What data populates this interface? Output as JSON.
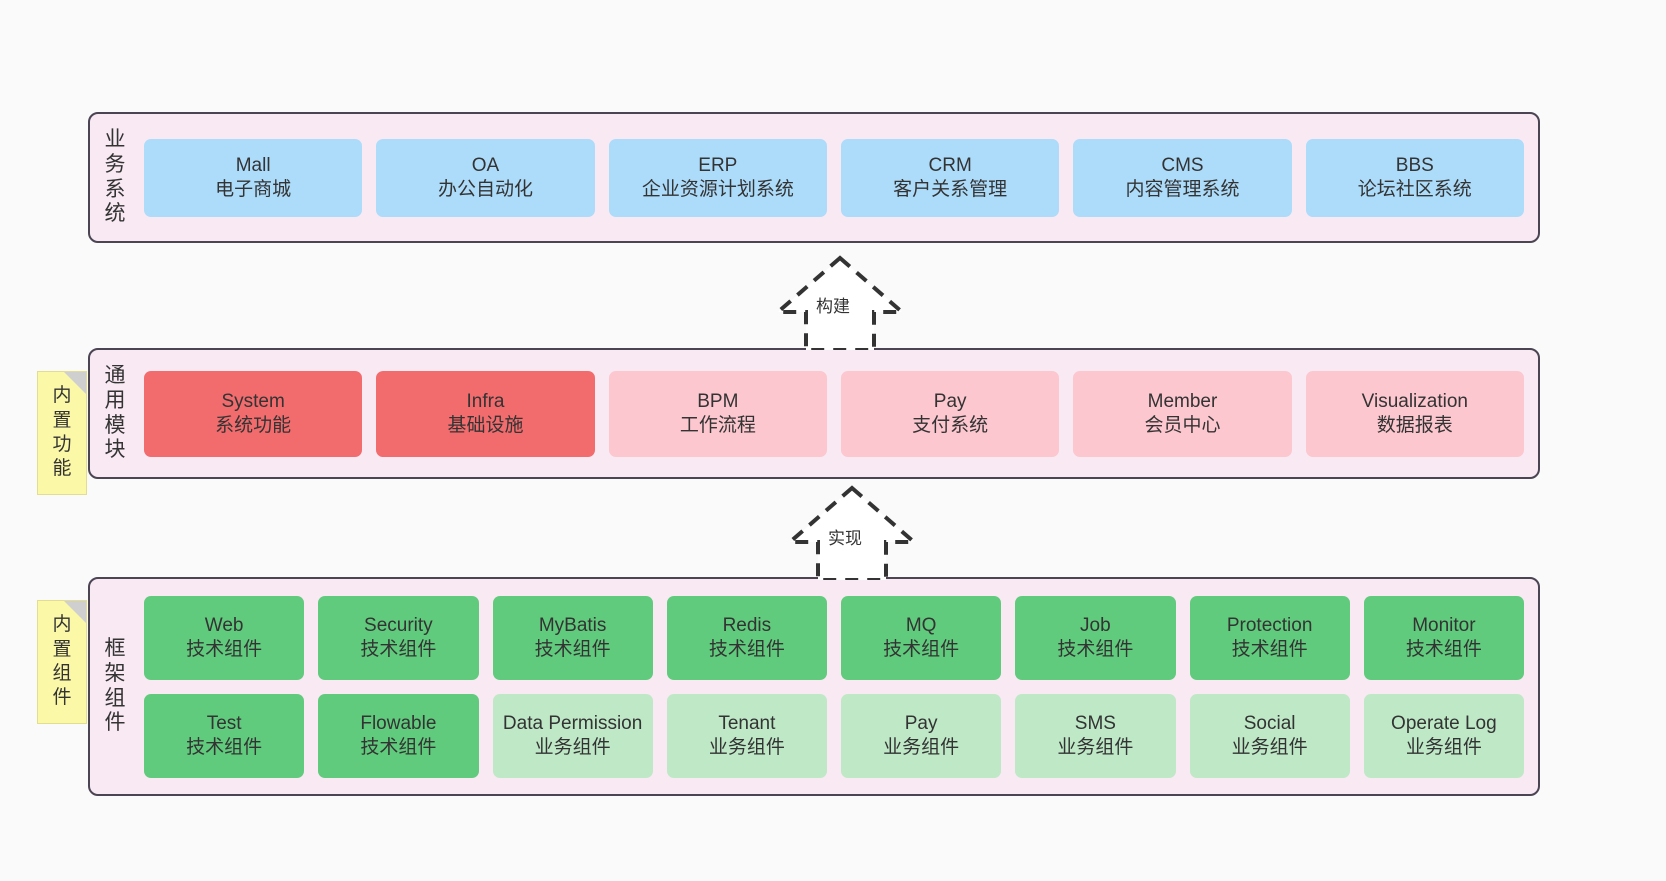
{
  "diagram": {
    "background": "#fafafa",
    "container_fill": "#f8e9f3",
    "container_stroke": "#4a4453"
  },
  "layers": [
    {
      "id": "business",
      "title": "业务系统",
      "title_chars": [
        "业",
        "务",
        "系",
        "统"
      ],
      "rows": [
        {
          "cards": [
            {
              "name": "Mall",
              "sub": "电子商城",
              "color": "#addcfb",
              "style": "c-blue"
            },
            {
              "name": "OA",
              "sub": "办公自动化",
              "color": "#addcfb",
              "style": "c-blue"
            },
            {
              "name": "ERP",
              "sub": "企业资源计划系统",
              "color": "#addcfb",
              "style": "c-blue"
            },
            {
              "name": "CRM",
              "sub": "客户关系管理",
              "color": "#addcfb",
              "style": "c-blue"
            },
            {
              "name": "CMS",
              "sub": "内容管理系统",
              "color": "#addcfb",
              "style": "c-blue"
            },
            {
              "name": "BBS",
              "sub": "论坛社区系统",
              "color": "#addcfb",
              "style": "c-blue"
            }
          ]
        }
      ]
    },
    {
      "id": "common",
      "title": "通用模块",
      "title_chars": [
        "通",
        "用",
        "模",
        "块"
      ],
      "rows": [
        {
          "cards": [
            {
              "name": "System",
              "sub": "系统功能",
              "color": "#f26c6e",
              "style": "c-red-strong"
            },
            {
              "name": "Infra",
              "sub": "基础设施",
              "color": "#f26c6e",
              "style": "c-red-strong"
            },
            {
              "name": "BPM",
              "sub": "工作流程",
              "color": "#fcc7cf",
              "style": "c-red-light"
            },
            {
              "name": "Pay",
              "sub": "支付系统",
              "color": "#fcc7cf",
              "style": "c-red-light"
            },
            {
              "name": "Member",
              "sub": "会员中心",
              "color": "#fcc7cf",
              "style": "c-red-light"
            },
            {
              "name": "Visualization",
              "sub": "数据报表",
              "color": "#fcc7cf",
              "style": "c-red-light"
            }
          ]
        }
      ]
    },
    {
      "id": "framework",
      "title": "框架组件",
      "title_chars": [
        "框",
        "架",
        "组",
        "件"
      ],
      "rows": [
        {
          "cards": [
            {
              "name": "Web",
              "sub": "技术组件",
              "color": "#61cb7d",
              "style": "c-green-strong"
            },
            {
              "name": "Security",
              "sub": "技术组件",
              "color": "#61cb7d",
              "style": "c-green-strong"
            },
            {
              "name": "MyBatis",
              "sub": "技术组件",
              "color": "#61cb7d",
              "style": "c-green-strong"
            },
            {
              "name": "Redis",
              "sub": "技术组件",
              "color": "#61cb7d",
              "style": "c-green-strong"
            },
            {
              "name": "MQ",
              "sub": "技术组件",
              "color": "#61cb7d",
              "style": "c-green-strong"
            },
            {
              "name": "Job",
              "sub": "技术组件",
              "color": "#61cb7d",
              "style": "c-green-strong"
            },
            {
              "name": "Protection",
              "sub": "技术组件",
              "color": "#61cb7d",
              "style": "c-green-strong"
            },
            {
              "name": "Monitor",
              "sub": "技术组件",
              "color": "#61cb7d",
              "style": "c-green-strong"
            }
          ]
        },
        {
          "cards": [
            {
              "name": "Test",
              "sub": "技术组件",
              "color": "#61cb7d",
              "style": "c-green-strong"
            },
            {
              "name": "Flowable",
              "sub": "技术组件",
              "color": "#61cb7d",
              "style": "c-green-strong"
            },
            {
              "name": "Data Permission",
              "sub": "业务组件",
              "color": "#bfe8c7",
              "style": "c-green-light"
            },
            {
              "name": "Tenant",
              "sub": "业务组件",
              "color": "#bfe8c7",
              "style": "c-green-light"
            },
            {
              "name": "Pay",
              "sub": "业务组件",
              "color": "#bfe8c7",
              "style": "c-green-light"
            },
            {
              "name": "SMS",
              "sub": "业务组件",
              "color": "#bfe8c7",
              "style": "c-green-light"
            },
            {
              "name": "Social",
              "sub": "业务组件",
              "color": "#bfe8c7",
              "style": "c-green-light"
            },
            {
              "name": "Operate Log",
              "sub": "业务组件",
              "color": "#bfe8c7",
              "style": "c-green-light"
            }
          ]
        }
      ]
    }
  ],
  "notes": [
    {
      "id": "built-in-functions",
      "text": "内置功能",
      "chars": [
        "内",
        "置",
        "功",
        "能"
      ],
      "color": "#fbf8a8"
    },
    {
      "id": "built-in-components",
      "text": "内置组件",
      "chars": [
        "内",
        "置",
        "组",
        "件"
      ],
      "color": "#fbf8a8"
    }
  ],
  "arrows": [
    {
      "id": "build",
      "label": "构建",
      "direction": "up",
      "style": "dashed-hollow",
      "from": "common",
      "to": "business"
    },
    {
      "id": "implement",
      "label": "实现",
      "direction": "up",
      "style": "dashed-hollow",
      "from": "framework",
      "to": "common"
    }
  ]
}
